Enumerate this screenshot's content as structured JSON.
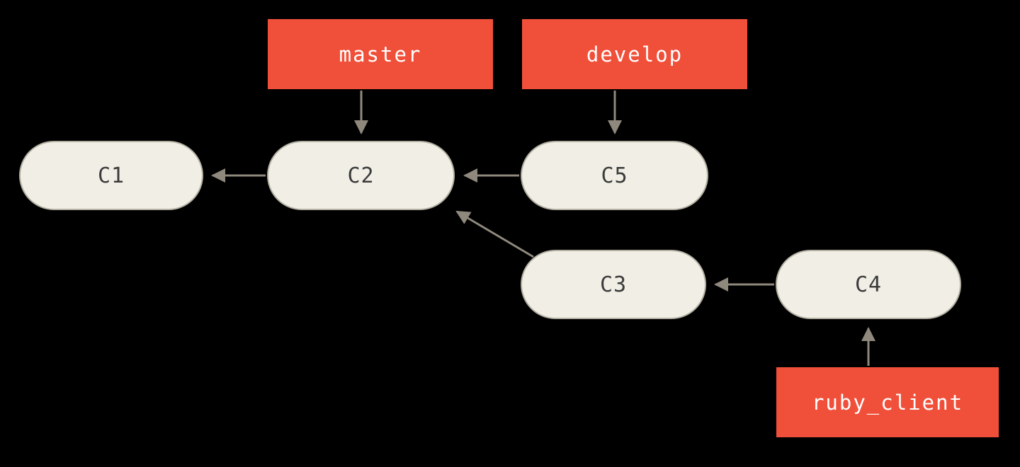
{
  "diagram": {
    "title": "git-branch-history-diagram",
    "colors": {
      "background": "#000000",
      "branch_label_fill": "#f0503a",
      "branch_label_text": "#ffffff",
      "commit_fill": "#f1efe5",
      "commit_border": "#b3afa3",
      "commit_text": "#3b3b3b",
      "arrow": "#8f897d"
    },
    "commits": [
      {
        "id": "c1",
        "label": "C1"
      },
      {
        "id": "c2",
        "label": "C2"
      },
      {
        "id": "c3",
        "label": "C3"
      },
      {
        "id": "c4",
        "label": "C4"
      },
      {
        "id": "c5",
        "label": "C5"
      }
    ],
    "branches": [
      {
        "id": "master",
        "label": "master",
        "points_to": "C2"
      },
      {
        "id": "develop",
        "label": "develop",
        "points_to": "C5"
      },
      {
        "id": "ruby_client",
        "label": "ruby_client",
        "points_to": "C4"
      }
    ],
    "edges": [
      {
        "from": "C2",
        "to": "C1"
      },
      {
        "from": "C5",
        "to": "C2"
      },
      {
        "from": "C3",
        "to": "C2"
      },
      {
        "from": "C4",
        "to": "C3"
      },
      {
        "from": "master",
        "to": "C2"
      },
      {
        "from": "develop",
        "to": "C5"
      },
      {
        "from": "ruby_client",
        "to": "C4"
      }
    ]
  }
}
